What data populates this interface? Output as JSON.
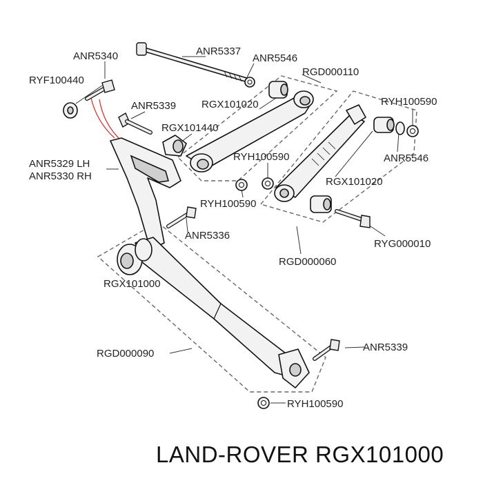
{
  "labels": {
    "anr5340": "ANR5340",
    "anr5337": "ANR5337",
    "anr5546_top": "ANR5546",
    "rgd000110": "RGD000110",
    "ryf100440": "RYF100440",
    "anr5339_top": "ANR5339",
    "rgx101020_top": "RGX101020",
    "ryh100590_right": "RYH100590",
    "rgx101440": "RGX101440",
    "anr5329_lh": "ANR5329 LH",
    "anr5330_rh": "ANR5330 RH",
    "ryh100590_center": "RYH100590",
    "anr5546_right": "ANR5546",
    "rgx101020_right": "RGX101020",
    "ryh100590_lower": "RYH100590",
    "anr5336": "ANR5336",
    "ryg000010": "RYG000010",
    "rgd000060": "RGD000060",
    "rgx101000": "RGX101000",
    "anr5339_bottom": "ANR5339",
    "rgd000090": "RGD000090",
    "ryh100590_bottom": "RYH100590"
  },
  "footer": {
    "title": "LAND-ROVER RGX101000"
  },
  "colors": {
    "line": "#111111",
    "dashed_group": "#666666",
    "leader_accent": "#d9342b"
  }
}
